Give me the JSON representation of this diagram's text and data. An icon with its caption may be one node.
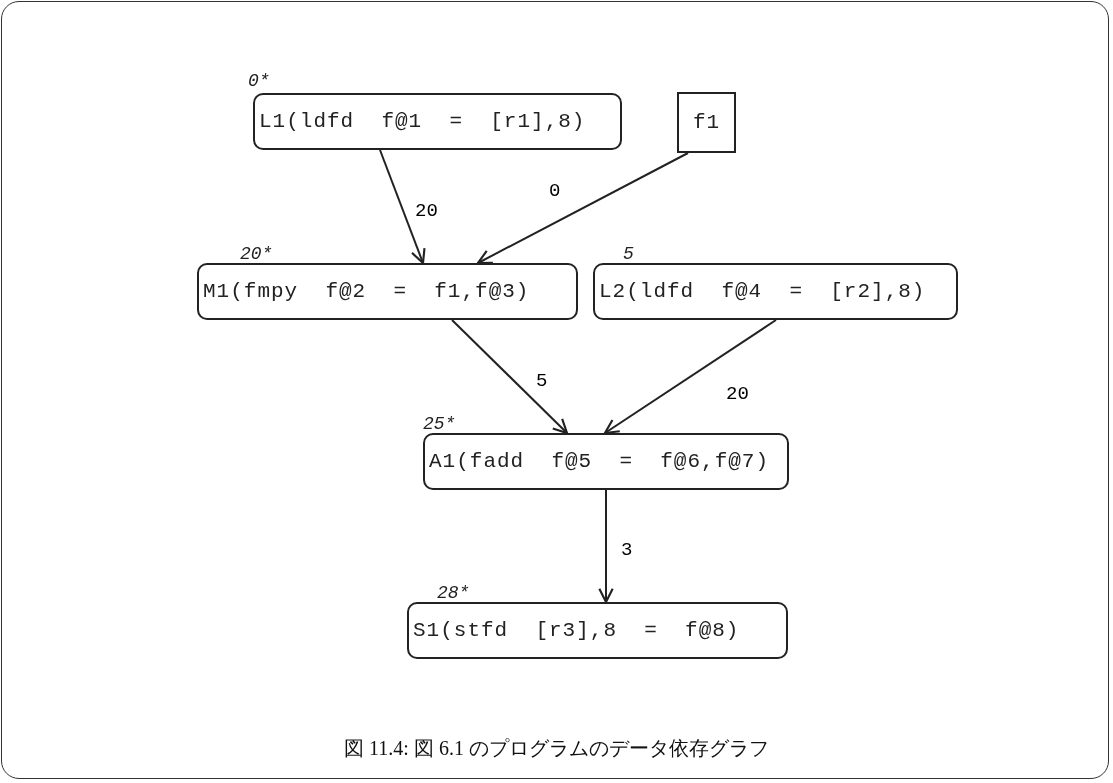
{
  "diagram": {
    "caption": "図 11.4: 図 6.1 のプログラムのデータ依存グラフ",
    "nodes": [
      {
        "text": [
          "L1(ldfd  f@1  =  [r1],8)"
        ],
        "beside": [
          "0*"
        ]
      },
      {
        "text": [
          "f1"
        ]
      },
      {
        "text": [
          "M1(fmpy  f@2  =  f1,f@3)"
        ],
        "beside": [
          "20*"
        ]
      },
      {
        "text": [
          "L2(ldfd  f@4  =  [r2],8)"
        ],
        "beside": [
          "5"
        ]
      },
      {
        "text": [
          "A1(fadd  f@5  =  f@6,f@7)"
        ],
        "beside": [
          "25*"
        ]
      },
      {
        "text": [
          "S1(stfd  [r3],8  =  f@8)"
        ],
        "beside": [
          "28*"
        ]
      }
    ],
    "edges": [
      {
        "from": 0,
        "to": 2,
        "arrow": "to",
        "label": "20"
      },
      {
        "from": 1,
        "to": 2,
        "arrow": "to",
        "label": "0"
      },
      {
        "from": 2,
        "to": 4,
        "arrow": "to",
        "label": "5"
      },
      {
        "from": 3,
        "to": 4,
        "arrow": "to",
        "label": "20"
      },
      {
        "from": 4,
        "to": 5,
        "arrow": "to",
        "label": "3"
      }
    ]
  }
}
